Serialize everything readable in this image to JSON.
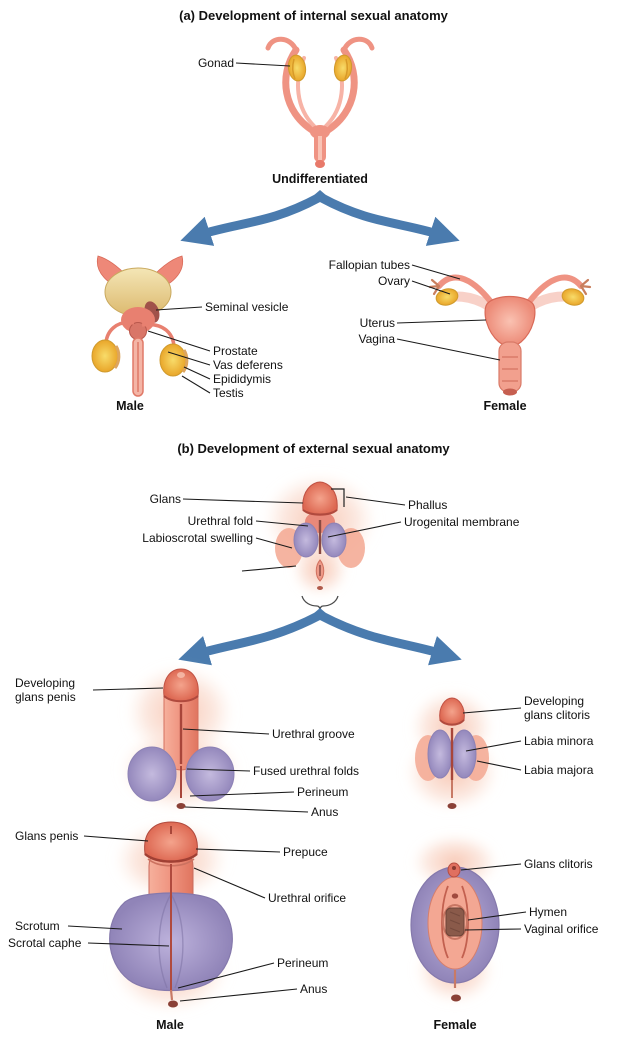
{
  "colors": {
    "arrow_blue": "#4a7bae",
    "leader_line": "#1a1a1a",
    "skin_glow": "#f6bda6",
    "salmon": "#ee8877",
    "deep_red": "#b84c40",
    "gonad_yellow": "#f3c53d",
    "fold_purple": "#9488bc",
    "bladder_cream": "#ecd9a4"
  },
  "section_a": {
    "title": "(a) Development of internal sexual anatomy",
    "undifferentiated_caption": "Undifferentiated",
    "male_caption": "Male",
    "female_caption": "Female",
    "labels": {
      "gonad": "Gonad",
      "seminal_vesicle": "Seminal vesicle",
      "prostate": "Prostate",
      "vas_deferens": "Vas deferens",
      "epididymis": "Epididymis",
      "testis": "Testis",
      "fallopian_tubes": "Fallopian tubes",
      "ovary": "Ovary",
      "uterus": "Uterus",
      "vagina": "Vagina"
    }
  },
  "section_b": {
    "title": "(b) Development of external sexual anatomy",
    "male_caption": "Male",
    "female_caption": "Female",
    "undifferentiated_labels": {
      "glans": "Glans",
      "urethral_fold": "Urethral fold",
      "labioscrotal_swelling": "Labioscrotal swelling",
      "phallus": "Phallus",
      "urogenital_membrane": "Urogenital membrane"
    },
    "developing_labels": {
      "developing_glans_penis": "Developing\nglans penis",
      "urethral_groove": "Urethral groove",
      "fused_urethral_folds": "Fused urethral folds",
      "perineum": "Perineum",
      "anus": "Anus",
      "developing_glans_clitoris": "Developing\nglans clitoris",
      "labia_minora": "Labia minora",
      "labia_majora": "Labia majora"
    },
    "final_labels": {
      "glans_penis": "Glans penis",
      "scrotum": "Scrotum",
      "scrotal_raphe": "Scrotal caphe",
      "prepuce": "Prepuce",
      "urethral_orifice": "Urethral orifice",
      "perineum": "Perineum",
      "anus": "Anus",
      "glans_clitoris": "Glans clitoris",
      "hymen": "Hymen",
      "vaginal_orifice": "Vaginal orifice"
    }
  }
}
